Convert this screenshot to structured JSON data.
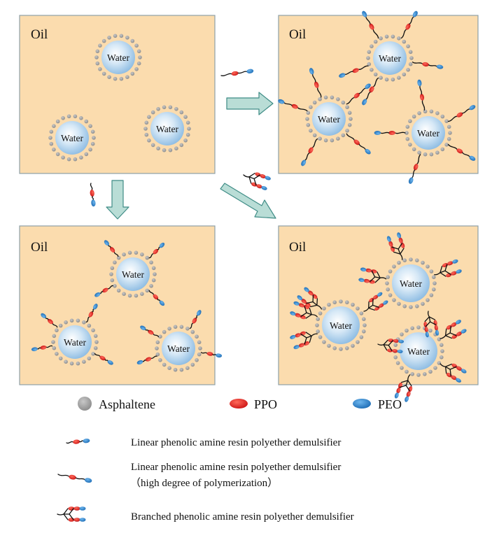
{
  "panels": [
    {
      "oil_label": "Oil",
      "water_labels": [
        "Water",
        "Water",
        "Water"
      ]
    },
    {
      "oil_label": "Oil",
      "water_labels": [
        "Water",
        "Water",
        "Water"
      ]
    },
    {
      "oil_label": "Oil",
      "water_labels": [
        "Water",
        "Water",
        "Water"
      ]
    },
    {
      "oil_label": "Oil",
      "water_labels": [
        "Water",
        "Water",
        "Water"
      ]
    }
  ],
  "legend": {
    "asphaltene": "Asphaltene",
    "ppo": "PPO",
    "peo": "PEO",
    "linear": "Linear phenolic amine resin polyether demulsifier",
    "linear_high_line1": "Linear phenolic amine resin polyether demulsifier",
    "linear_high_line2": "（high degree of polymerization）",
    "branched": "Branched phenolic amine resin polyether demulsifier"
  },
  "colors": {
    "oil_background": "#fbdcae",
    "panel_border": "#8ea1a8",
    "asphaltene": "#9e9e9e",
    "ppo": "#e52b2b",
    "peo": "#2f86cc",
    "water_center": "#ffffff",
    "water_edge": "#8fbde3",
    "arrow_fill": "#b9ddd6",
    "arrow_stroke": "#3f8c86"
  }
}
